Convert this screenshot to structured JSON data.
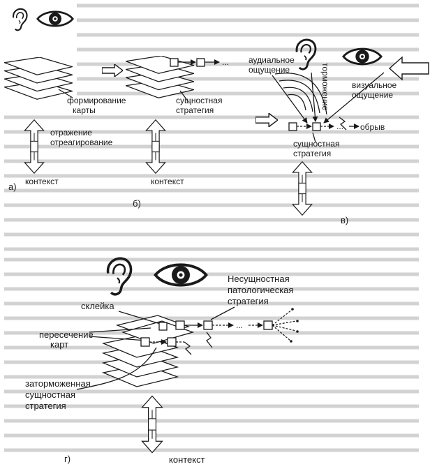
{
  "panel_a": {
    "label": "а)",
    "map_label_1": "формирование",
    "map_label_2": "карты",
    "reflect_label_1": "отражение",
    "reflect_label_2": "отреагирование",
    "context_label": "контекст"
  },
  "panel_b": {
    "label": "б)",
    "strategy_label_1": "сущностная",
    "strategy_label_2": "стратегия",
    "context_label": "контекст"
  },
  "panel_v": {
    "label": "в)",
    "audial_label_1": "аудиальное",
    "audial_label_2": "ощущение",
    "inhibition_label": "торможение",
    "visual_label_1": "визуальное",
    "visual_label_2": "ощущение",
    "break_label": "обрыв",
    "strategy_label_1": "сущностная",
    "strategy_label_2": "стратегия"
  },
  "panel_g": {
    "label": "г)",
    "pathological_label_1": "Несущностная",
    "pathological_label_2": "патологическая",
    "pathological_label_3": "стратегия",
    "glue_label": "склейка",
    "intersection_label_1": "пересечение",
    "intersection_label_2": "карт",
    "inhibited_label_1": "заторможенная",
    "inhibited_label_2": "сущностная",
    "inhibited_label_3": "стратегия",
    "context_label": "контекст"
  },
  "icons": [
    "ear-icon",
    "eye-icon",
    "map-stack-icon",
    "double-arrow-icon",
    "lightning-icon",
    "sound-wave-icon"
  ]
}
